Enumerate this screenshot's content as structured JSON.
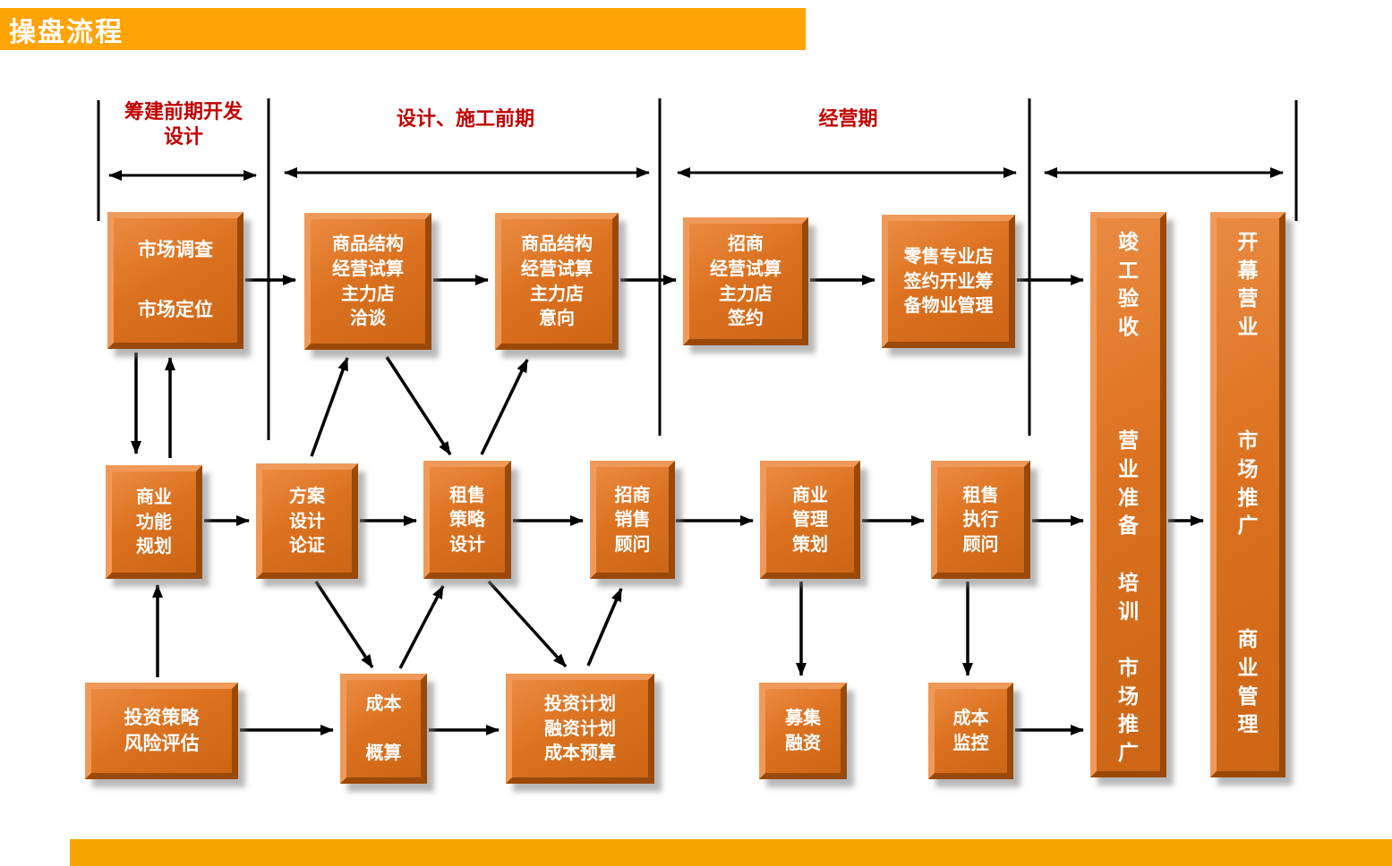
{
  "title_bar": {
    "title": "操盘流程"
  },
  "phases": [
    {
      "label": "筹建前期开发\n设计"
    },
    {
      "label": "设计、施工前期"
    },
    {
      "label": "经营期"
    },
    {
      "label": ""
    }
  ],
  "boxes": {
    "market_survey": {
      "label": "市场调查\n\n市场定位"
    },
    "structure_talks": {
      "label": "商品结构\n经营试算\n主力店\n洽谈"
    },
    "structure_intent": {
      "label": "商品结构\n经营试算\n主力店\n意向"
    },
    "merchant_signing": {
      "label": "招商\n经营试算\n主力店\n签约"
    },
    "retail_signing": {
      "label": "零售专业店\n签约开业筹\n备物业管理"
    },
    "completion_acceptance": {
      "label": "竣工验收\n\n\n\n营业准备\n\n培训\n\n市场推广"
    },
    "grand_opening": {
      "label": "开幕营业\n\n\n\n市场推广\n\n\n\n商业管理"
    },
    "biz_function_planning": {
      "label": "商业\n功能\n规划"
    },
    "scheme_design_review": {
      "label": "方案\n设计\n论证"
    },
    "leasing_strategy_design": {
      "label": "租售\n策略\n设计"
    },
    "sales_consulting": {
      "label": "招商\n销售\n顾问"
    },
    "biz_management_planning": {
      "label": "商业\n管理\n策划"
    },
    "leasing_execution_consulting": {
      "label": "租售\n执行\n顾问"
    },
    "investment_strategy": {
      "label": "投资策略\n风险评估"
    },
    "cost_estimate": {
      "label": "成本\n\n概算"
    },
    "investment_plan": {
      "label": "投资计划\n融资计划\n成本预算"
    },
    "fundraising": {
      "label": "募集\n融资"
    },
    "cost_control": {
      "label": "成本\n监控"
    }
  },
  "colors": {
    "accent_orange": "#FFA404",
    "bottom_orange": "#F7A600",
    "box_orange": "#DC7220",
    "box_bevel_light": "#F09A5A",
    "box_bevel_dark": "#9A4909",
    "heading_red": "#C00000",
    "arrow_black": "#000000"
  }
}
